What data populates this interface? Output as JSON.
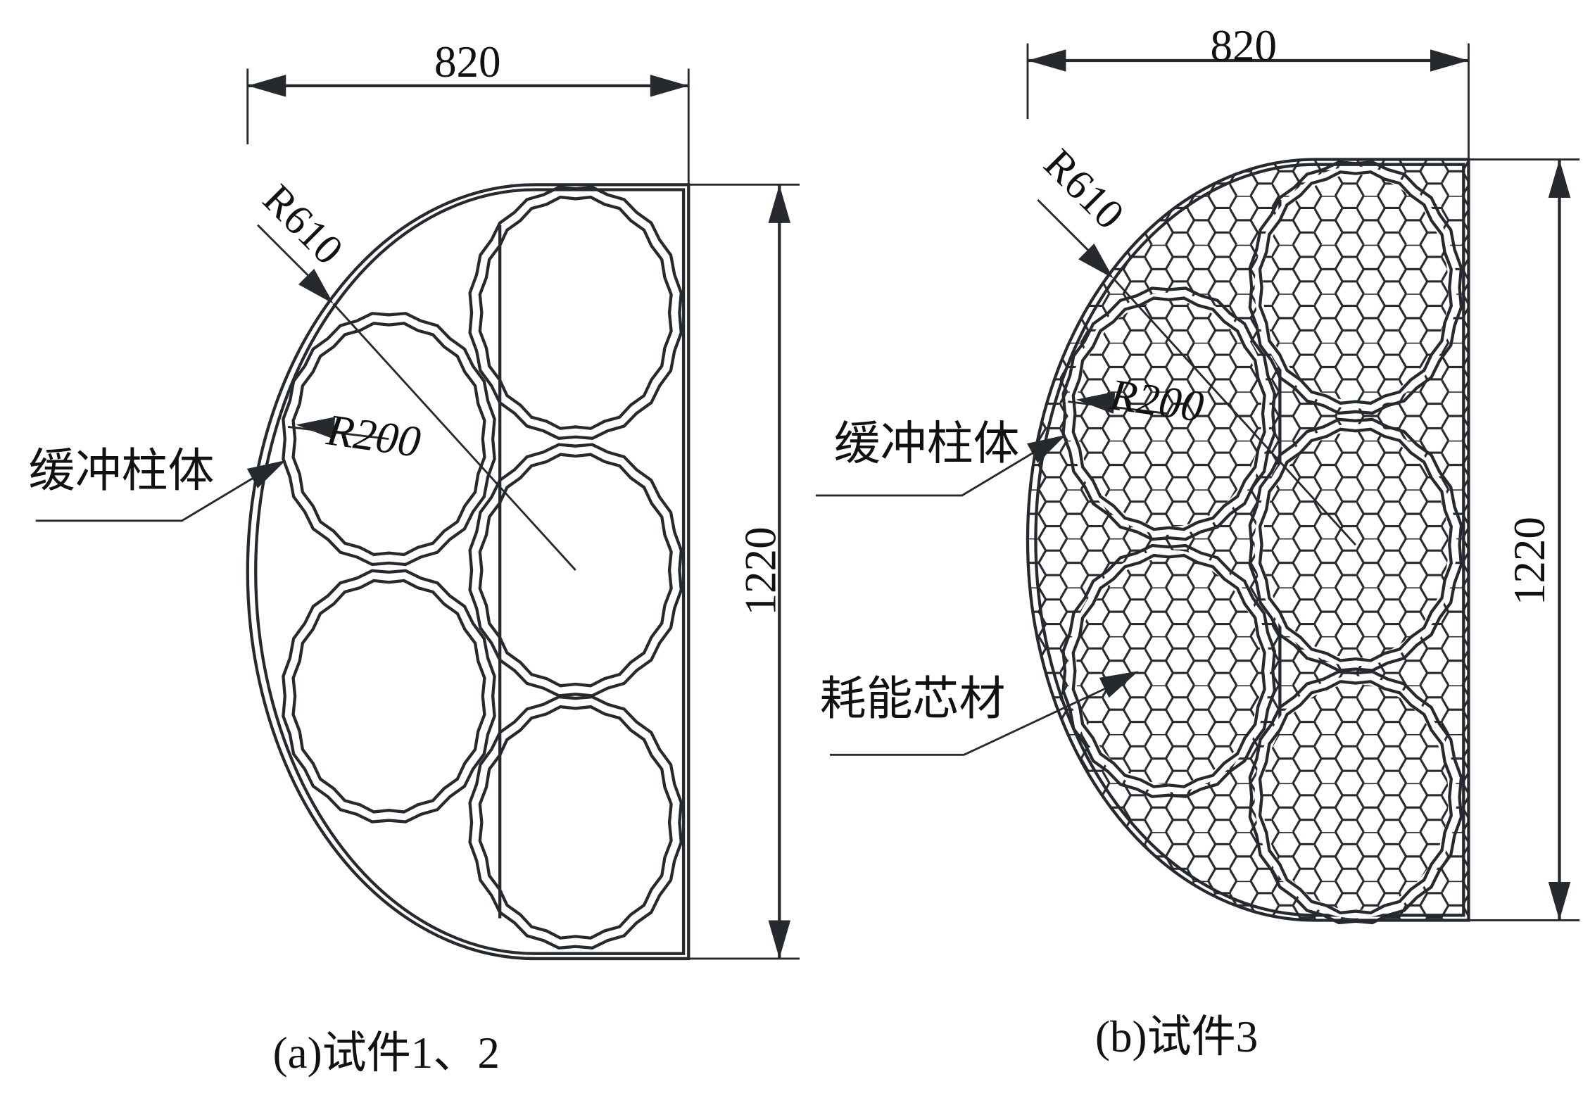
{
  "line_color": "#262a2e",
  "panel_a": {
    "width_dim": "820",
    "height_dim": "1220",
    "outer_radius_label": "R610",
    "inner_radius_label": "R200",
    "column_label": "缓冲柱体",
    "caption": "(a)试件1、2"
  },
  "panel_b": {
    "width_dim": "820",
    "height_dim": "1220",
    "outer_radius_label": "R610",
    "inner_radius_label": "R200",
    "column_label": "缓冲柱体",
    "core_label": "耗能芯材",
    "caption": "(b)试件3"
  }
}
